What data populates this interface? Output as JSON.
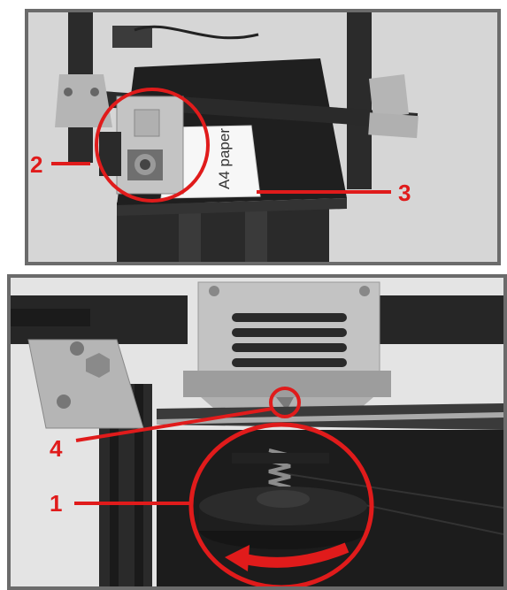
{
  "callouts": {
    "c1": "1",
    "c2": "2",
    "c3": "3",
    "c4": "4"
  },
  "paper_label": "A4 paper",
  "colors": {
    "callout_red": "#e01b1b",
    "frame_gray": "#6b6b6b",
    "printer_black": "#1e1e1e",
    "metal": "#bdbdbd"
  }
}
